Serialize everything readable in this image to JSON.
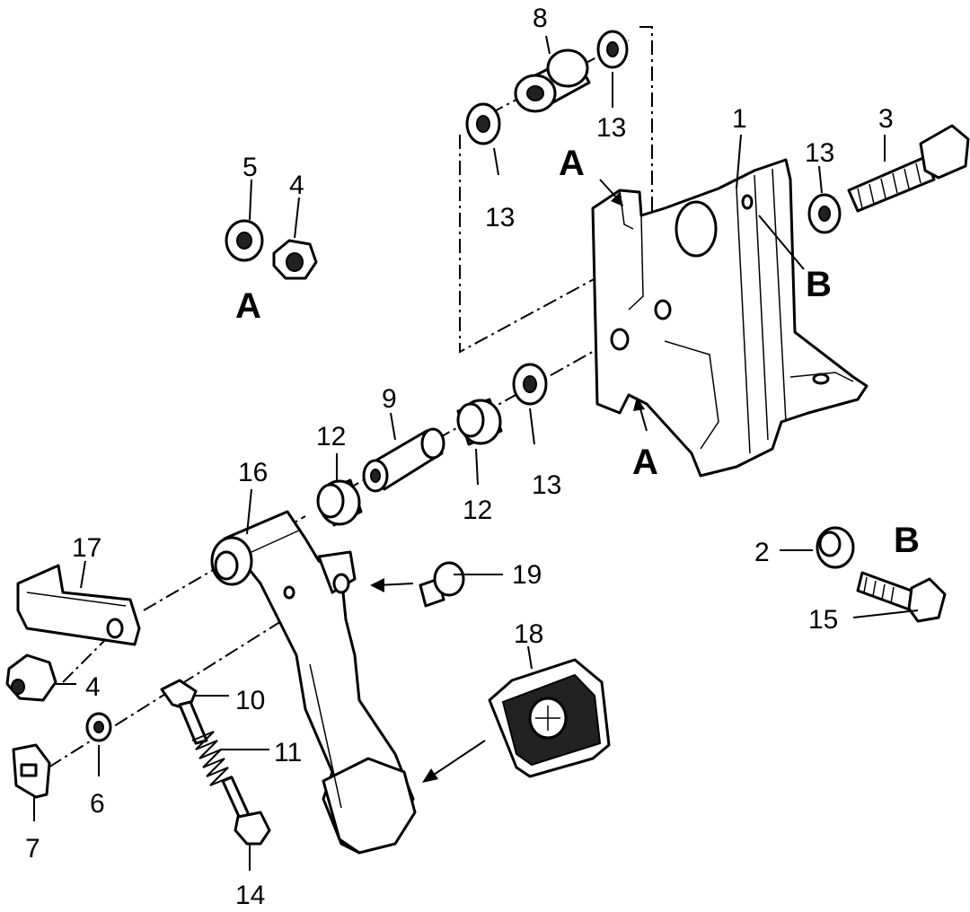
{
  "callouts": {
    "n1": "1",
    "n2": "2",
    "n3": "3",
    "n4a": "4",
    "n4b": "4",
    "n5": "5",
    "n6": "6",
    "n7": "7",
    "n8": "8",
    "n9": "9",
    "n10": "10",
    "n11": "11",
    "n12a": "12",
    "n12b": "12",
    "n13a": "13",
    "n13b": "13",
    "n13c": "13",
    "n13d": "13",
    "n14": "14",
    "n15": "15",
    "n16": "16",
    "n17": "17",
    "n18": "18",
    "n19": "19"
  },
  "detail_labels": {
    "a_bracket_top": "A",
    "a_bracket_bottom": "A",
    "a_inset": "A",
    "b_bracket": "B",
    "b_inset": "B"
  }
}
